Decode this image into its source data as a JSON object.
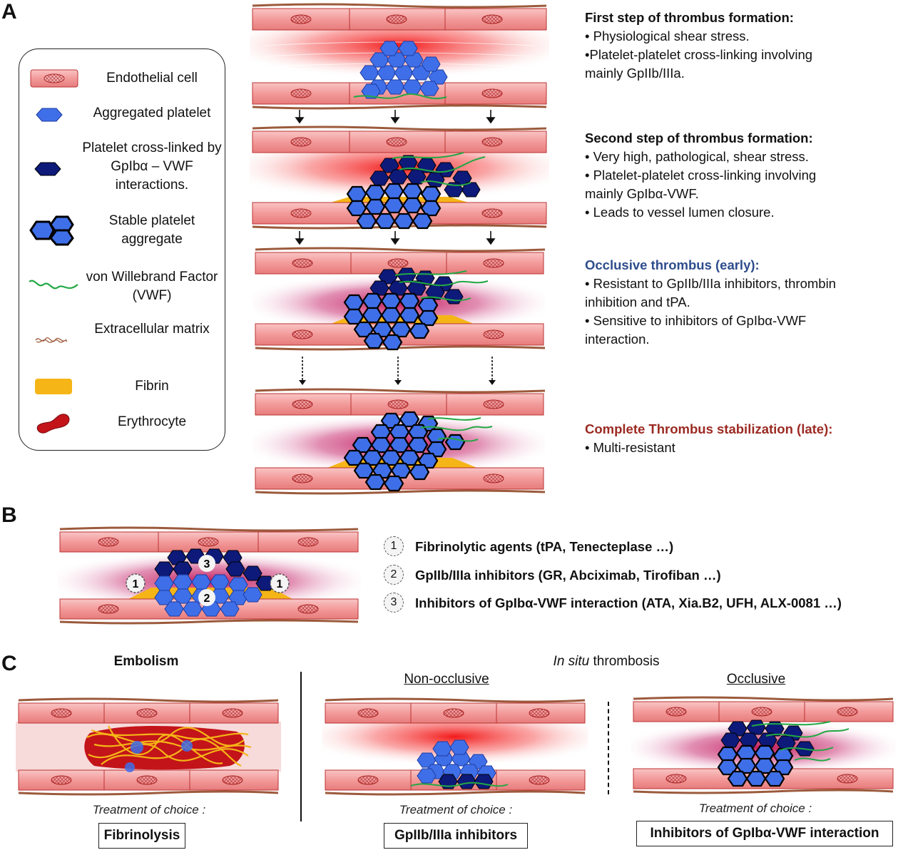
{
  "panels": {
    "a": "A",
    "b": "B",
    "c": "C"
  },
  "colors": {
    "endothelial": "#f08f8f",
    "platelet": "#3f6fe8",
    "crosslinked": "#0d1a7a",
    "vwf": "#22a844",
    "fibrin": "#f5b517",
    "erythrocyte": "#c3141a",
    "matrix": "#9c5a3c",
    "occlusive_title": "#2e4d8c",
    "stabilization_title": "#9b2a22"
  },
  "legend": {
    "items": [
      {
        "icon": "endothelial-cell-icon",
        "label": "Endothelial cell"
      },
      {
        "icon": "aggregated-platelet-icon",
        "label": "Aggregated platelet"
      },
      {
        "icon": "crosslinked-platelet-icon",
        "label": "Platelet cross-linked by GpIbα – VWF interactions."
      },
      {
        "icon": "stable-aggregate-icon",
        "label": "Stable platelet aggregate"
      },
      {
        "icon": "vwf-icon",
        "label": "von Willebrand Factor (VWF)"
      },
      {
        "icon": "extracellular-matrix-icon",
        "label": "Extracellular matrix"
      },
      {
        "icon": "fibrin-icon",
        "label": "Fibrin"
      },
      {
        "icon": "erythrocyte-icon",
        "label": "Erythrocyte"
      }
    ]
  },
  "panelA": {
    "steps": [
      {
        "title": "First step of thrombus formation:",
        "lines": [
          "• Physiological shear stress.",
          "•Platelet-platelet cross-linking involving",
          "mainly GpIIb/IIIa."
        ]
      },
      {
        "title": "Second step of thrombus formation:",
        "lines": [
          "• Very high, pathological, shear stress.",
          "• Platelet-platelet cross-linking involving",
          "mainly GpIbα-VWF.",
          "• Leads to vessel lumen closure."
        ]
      },
      {
        "title": "Occlusive thrombus (early):",
        "lines": [
          "• Resistant to GpIIb/IIIa inhibitors, thrombin",
          "inhibition and tPA.",
          "• Sensitive to inhibitors of GpIbα-VWF",
          "interaction."
        ]
      },
      {
        "title": "Complete Thrombus stabilization (late):",
        "lines": [
          "• Multi-resistant"
        ]
      }
    ]
  },
  "panelB": {
    "markers": [
      "1",
      "2",
      "3"
    ],
    "items": [
      {
        "num": "1",
        "text": "Fibrinolytic agents (tPA, Tenecteplase …)"
      },
      {
        "num": "2",
        "text": "GpIIb/IIIa inhibitors (GR, Abciximab, Tirofiban …)"
      },
      {
        "num": "3",
        "text": "Inhibitors of GpIbα-VWF interaction (ATA, Xia.B2, UFH, ALX-0081 …)"
      }
    ]
  },
  "panelC": {
    "embolism_title": "Embolism",
    "insitu_title_italic": "In situ",
    "insitu_title_rest": " thrombosis",
    "nonocclusive_label": "Non-occlusive",
    "occlusive_label": "Occlusive",
    "treatment_label": "Treatment of choice :",
    "treatments": [
      "Fibrinolysis",
      "GpIIb/IIIa inhibitors",
      "Inhibitors of GpIbα-VWF interaction"
    ]
  }
}
